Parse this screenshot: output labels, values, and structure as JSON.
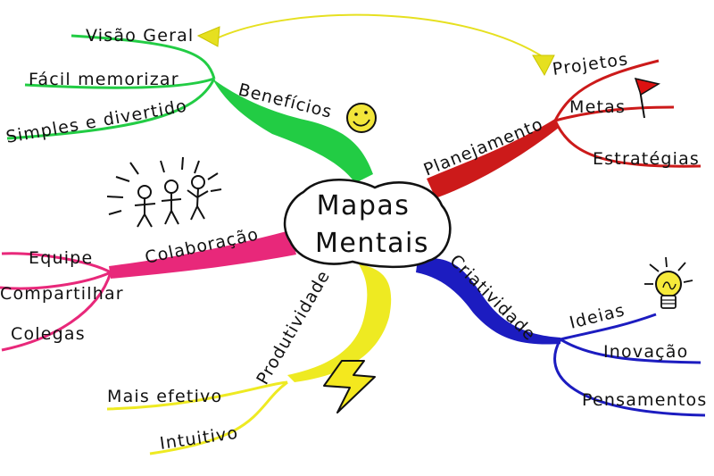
{
  "center": {
    "line1": "Mapas",
    "line2": "Mentais"
  },
  "branches": {
    "beneficios": {
      "label": "Benefícios",
      "color": "#22cc44",
      "items": [
        "Visão Geral",
        "Fácil memorizar",
        "Simples e divertido"
      ]
    },
    "planejamento": {
      "label": "Planejamento",
      "color": "#cc1a1a",
      "items": [
        "Projetos",
        "Metas",
        "Estratégias"
      ]
    },
    "colaboracao": {
      "label": "Colaboração",
      "color": "#e8287a",
      "items": [
        "Equipe",
        "Compartilhar",
        "Colegas"
      ]
    },
    "criatividade": {
      "label": "Criatividade",
      "color": "#1c1cc0",
      "items": [
        "Ideias",
        "Inovação",
        "Pensamentos"
      ]
    },
    "produtividade": {
      "label": "Produtividade",
      "color": "#eeea22",
      "items": [
        "Mais efetivo",
        "Intuitivo"
      ]
    }
  },
  "connector_color": "#e6e020",
  "icons": [
    "smiley-icon",
    "red-flag-icon",
    "stick-figures-icon",
    "lightbulb-icon",
    "lightning-icon"
  ]
}
